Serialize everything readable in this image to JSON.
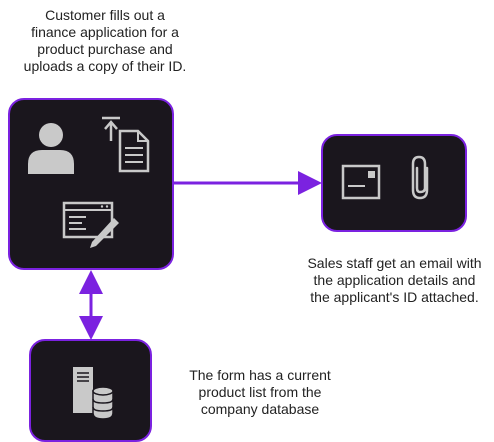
{
  "captions": {
    "customer": "Customer fills out a\nfinance application for a\nproduct purchase and\nuploads a copy of their ID.",
    "sales": "Sales staff get an email with\nthe application details and\nthe applicant's ID attached.",
    "database": "The form has a current\nproduct list from the\ncompany database"
  },
  "colors": {
    "box_fill": "#1a161d",
    "box_border": "#7b22e0",
    "arrow": "#7b22e0",
    "icon": "#c9c9c9"
  },
  "icons": {
    "customer_box": [
      "user-icon",
      "upload-document-icon",
      "form-edit-icon"
    ],
    "sales_box": [
      "envelope-icon",
      "paperclip-icon"
    ],
    "database_box": [
      "server-database-icon"
    ]
  }
}
